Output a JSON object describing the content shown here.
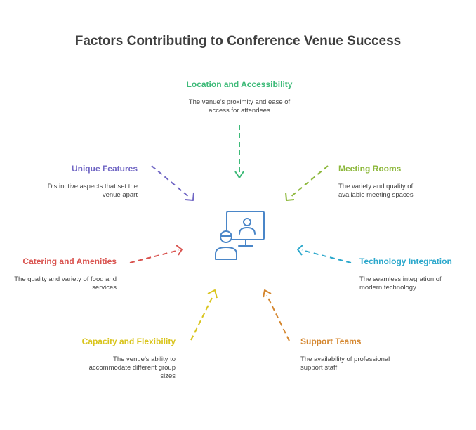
{
  "title": "Factors Contributing to Conference Venue Success",
  "factors": [
    {
      "title": "Location and Accessibility",
      "description": "The venue's proximity and ease of access for attendees",
      "color": "#3dba78"
    },
    {
      "title": "Meeting Rooms",
      "description": "The variety and quality of available meeting spaces",
      "color": "#8db83c"
    },
    {
      "title": "Technology Integration",
      "description": "The seamless integration of modern technology",
      "color": "#2ca8cc"
    },
    {
      "title": "Support Teams",
      "description": "The availability of professional support staff",
      "color": "#d4862e"
    },
    {
      "title": "Capacity and Flexibility",
      "description": "The venue's ability to accommodate different group sizes",
      "color": "#d9c41c"
    },
    {
      "title": "Catering and Amenities",
      "description": "The quality and variety of food and services",
      "color": "#d9534f"
    },
    {
      "title": "Unique Features",
      "description": "Distinctive aspects that set the venue apart",
      "color": "#7066c4"
    }
  ],
  "center_icon": {
    "icon": "presentation-screen-user-icon",
    "color": "#4a86c8"
  }
}
